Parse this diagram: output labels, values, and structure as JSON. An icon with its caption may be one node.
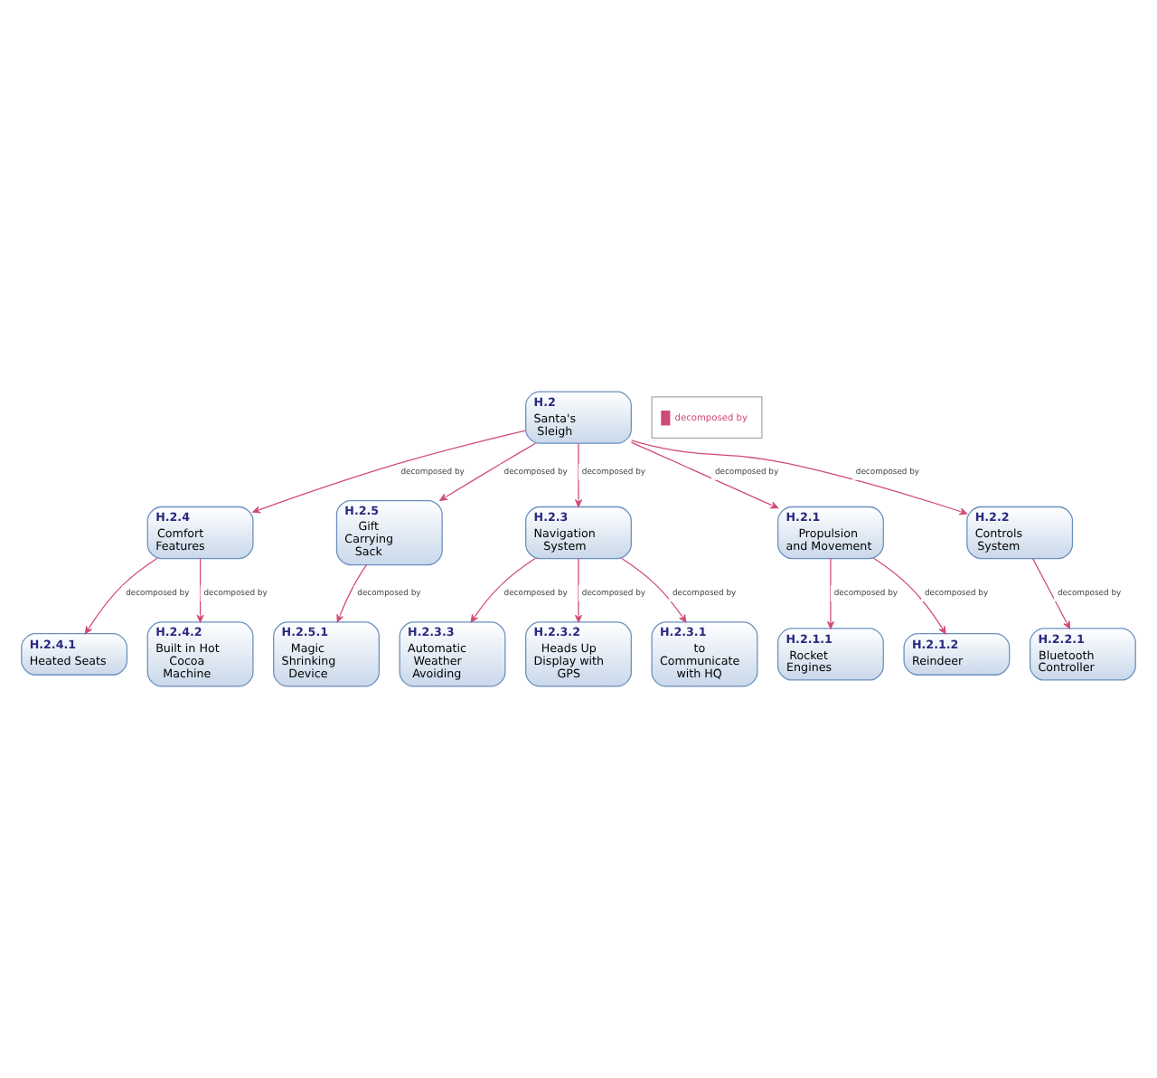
{
  "diagram": {
    "nodes": [
      {
        "text": [
          "H.2",
          "Santa's Sleigh"
        ]
      },
      {
        "text": [
          "H.2.4",
          "Comfort Features"
        ]
      },
      {
        "text": [
          "H.2.4.1",
          "Heated Seats"
        ]
      },
      {
        "text": [
          "H.2.4.2",
          "Built in Hot Cocoa Machine"
        ]
      },
      {
        "text": [
          "H.2.5",
          "Gift Carrying Sack"
        ]
      },
      {
        "text": [
          "H.2.5.1",
          "Magic Shrinking Device"
        ]
      },
      {
        "text": [
          "H.2.3",
          "Navigation System"
        ]
      },
      {
        "text": [
          "H.2.3.3",
          "Automatic Weather Avoiding"
        ]
      },
      {
        "text": [
          "H.2.3.2",
          "Heads Up Display with GPS"
        ]
      },
      {
        "text": [
          "H.2.3.1",
          "to Communicate with HQ"
        ]
      },
      {
        "text": [
          "H.2.1",
          "Propulsion and Movement"
        ]
      },
      {
        "text": [
          "H.2.1.1",
          "Rocket Engines"
        ]
      },
      {
        "text": [
          "H.2.1.2",
          "Reindeer"
        ]
      },
      {
        "text": [
          "H.2.2",
          "Controls System"
        ]
      },
      {
        "text": [
          "H.2.2.1",
          "Bluetooth Controller"
        ]
      }
    ],
    "edges": [
      {
        "from": 0,
        "to": 1,
        "arrow": "to",
        "label": "decomposed by"
      },
      {
        "from": 1,
        "to": 2,
        "arrow": "to",
        "label": "decomposed by"
      },
      {
        "from": 1,
        "to": 3,
        "arrow": "to",
        "label": "decomposed by"
      },
      {
        "from": 0,
        "to": 4,
        "arrow": "to",
        "label": "decomposed by"
      },
      {
        "from": 4,
        "to": 5,
        "arrow": "to",
        "label": "decomposed by"
      },
      {
        "from": 0,
        "to": 6,
        "arrow": "to",
        "label": "decomposed by"
      },
      {
        "from": 6,
        "to": 7,
        "arrow": "to",
        "label": "decomposed by"
      },
      {
        "from": 6,
        "to": 8,
        "arrow": "to",
        "label": "decomposed by"
      },
      {
        "from": 6,
        "to": 9,
        "arrow": "to",
        "label": "decomposed by"
      },
      {
        "from": 0,
        "to": 10,
        "arrow": "to",
        "label": "decomposed by"
      },
      {
        "from": 10,
        "to": 11,
        "arrow": "to",
        "label": "decomposed by"
      },
      {
        "from": 10,
        "to": 12,
        "arrow": "to",
        "label": "decomposed by"
      },
      {
        "from": 0,
        "to": 13,
        "arrow": "to",
        "label": "decomposed by"
      },
      {
        "from": 13,
        "to": 14,
        "arrow": "to",
        "label": "decomposed by"
      }
    ],
    "legend": [
      {
        "text": "decomposed by",
        "color": "#d04a78"
      }
    ]
  }
}
